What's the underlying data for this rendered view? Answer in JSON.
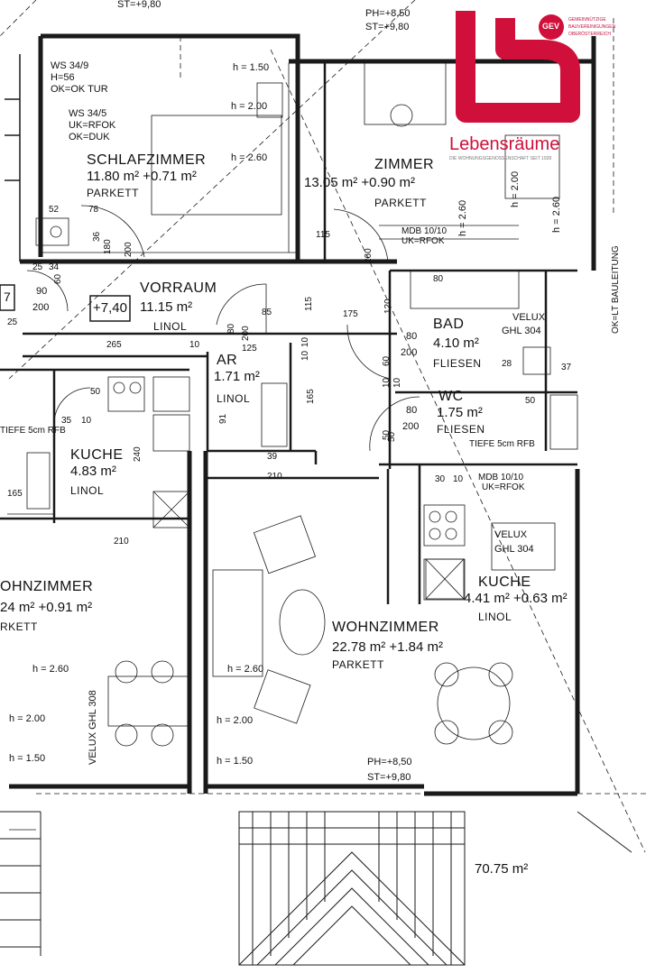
{
  "colors": {
    "line": "#1a1a1a",
    "brand": "#d0103a",
    "paper": "#ffffff"
  },
  "logo": {
    "word_a": "Lebens",
    "word_b": "räume",
    "badge_text": "GEV",
    "org_line1": "GEMEINNÜTZIGE",
    "org_line2": "BAUVEREINIGUNGEN",
    "org_line3": "OBERÖSTERREICH",
    "tagline": "DIE WOHNUNGSGENOSSENSCHAFT SEIT 1928"
  },
  "levels": {
    "top_left": "ST=+9,80",
    "top_ph": "PH=+8,50",
    "top_st": "ST=+9,80",
    "bottom_ph": "PH=+8,50",
    "bottom_st": "ST=+9,80"
  },
  "rooms": {
    "schlafzimmer": {
      "name": "SCHLAFZIMMER",
      "area": "11.80 m² +0.71 m²",
      "floor": "PARKETT"
    },
    "zimmer": {
      "name": "ZIMMER",
      "area": "13.05 m² +0.90 m²",
      "floor": "PARKETT"
    },
    "vorraum": {
      "name": "VORRAUM",
      "area": "11.15 m²",
      "floor": "LINOL"
    },
    "ar": {
      "name": "AR",
      "area": "1.71 m²",
      "floor": "LINOL"
    },
    "bad": {
      "name": "BAD",
      "area": "4.10 m²",
      "floor": "FLIESEN"
    },
    "wc": {
      "name": "WC",
      "area": "1.75 m²",
      "floor": "FLIESEN"
    },
    "kueche_left": {
      "name": "KUCHE",
      "area": "4.83 m²",
      "floor": "LINOL"
    },
    "kueche_right": {
      "name": "KUCHE",
      "area": "4.41 m² +0.63 m²",
      "floor": "LINOL"
    },
    "wohnzimmer_left": {
      "name": "OHNZIMMER",
      "area": "24 m² +0.91 m²",
      "floor": "RKETT"
    },
    "wohnzimmer": {
      "name": "WOHNZIMMER",
      "area": "22.78 m² +1.84 m²",
      "floor": "PARKETT"
    }
  },
  "annotations": {
    "ws1_a": "WS 34/9",
    "ws1_b": "H=56",
    "ws1_c": "OK=OK TUR",
    "ws2_a": "WS 34/5",
    "ws2_b": "UK=RFOK",
    "ws2_c": "OK=DUK",
    "mdb1_a": "MDB 10/10",
    "mdb1_b": "UK=RFOK",
    "mdb2_a": "MDB 10/10",
    "mdb2_b": "UK=RFOK",
    "velux_bad_a": "VELUX",
    "velux_bad_b": "GHL 304",
    "velux_k_a": "VELUX",
    "velux_k_b": "GHL 304",
    "velux_w": "VELUX GHL 308",
    "tiefe_left": "TIEFE 5cm RFB",
    "tiefe_wc": "TIEFE 5cm RFB",
    "bauleitung": "OK=LT BAULEITUNG",
    "tmark": "+7,40",
    "total_area": "70.75 m²"
  },
  "heights": {
    "h150a": "h = 1.50",
    "h200a": "h = 2.00",
    "h260a": "h = 2.60",
    "h260b": "h = 2.60",
    "h200b": "h = 2.00",
    "h260c": "h = 2.60",
    "h200c": "h = 2.00",
    "h150c": "h = 1.50",
    "h260d": "h = 2.60",
    "h200d": "h = 2.00",
    "h150d": "h = 1.50",
    "h260e": "h = 2.60"
  },
  "dims": {
    "d52": "52",
    "d78": "78",
    "d200a": "200",
    "d180": "180",
    "d36": "36",
    "d25a": "25",
    "d34": "34",
    "d90": "90",
    "d200b": "200",
    "d60": "60",
    "d25b": "25",
    "d115a": "115",
    "d260": "260",
    "d85": "85",
    "d115b": "115",
    "d175": "175",
    "d80a": "80",
    "d200c": "200",
    "d125": "125",
    "d10a": "10",
    "d10b": "10",
    "d265": "265",
    "d10c": "10",
    "d120": "120",
    "d80b": "80",
    "d200d": "200",
    "d60b": "60",
    "d10d": "10",
    "d10e": "10",
    "d165a": "165",
    "d91": "91",
    "d80c": "80",
    "d200e": "200",
    "d50a": "50",
    "d39": "39",
    "d210a": "210",
    "d30": "30",
    "d10f": "10",
    "d240": "240",
    "d210b": "210",
    "d50b": "50",
    "d35": "35",
    "d10g": "10",
    "d50c": "50",
    "d50d": "50",
    "d80d": "80",
    "d37": "37",
    "d28": "28",
    "d165b": "165",
    "d7": "7"
  }
}
